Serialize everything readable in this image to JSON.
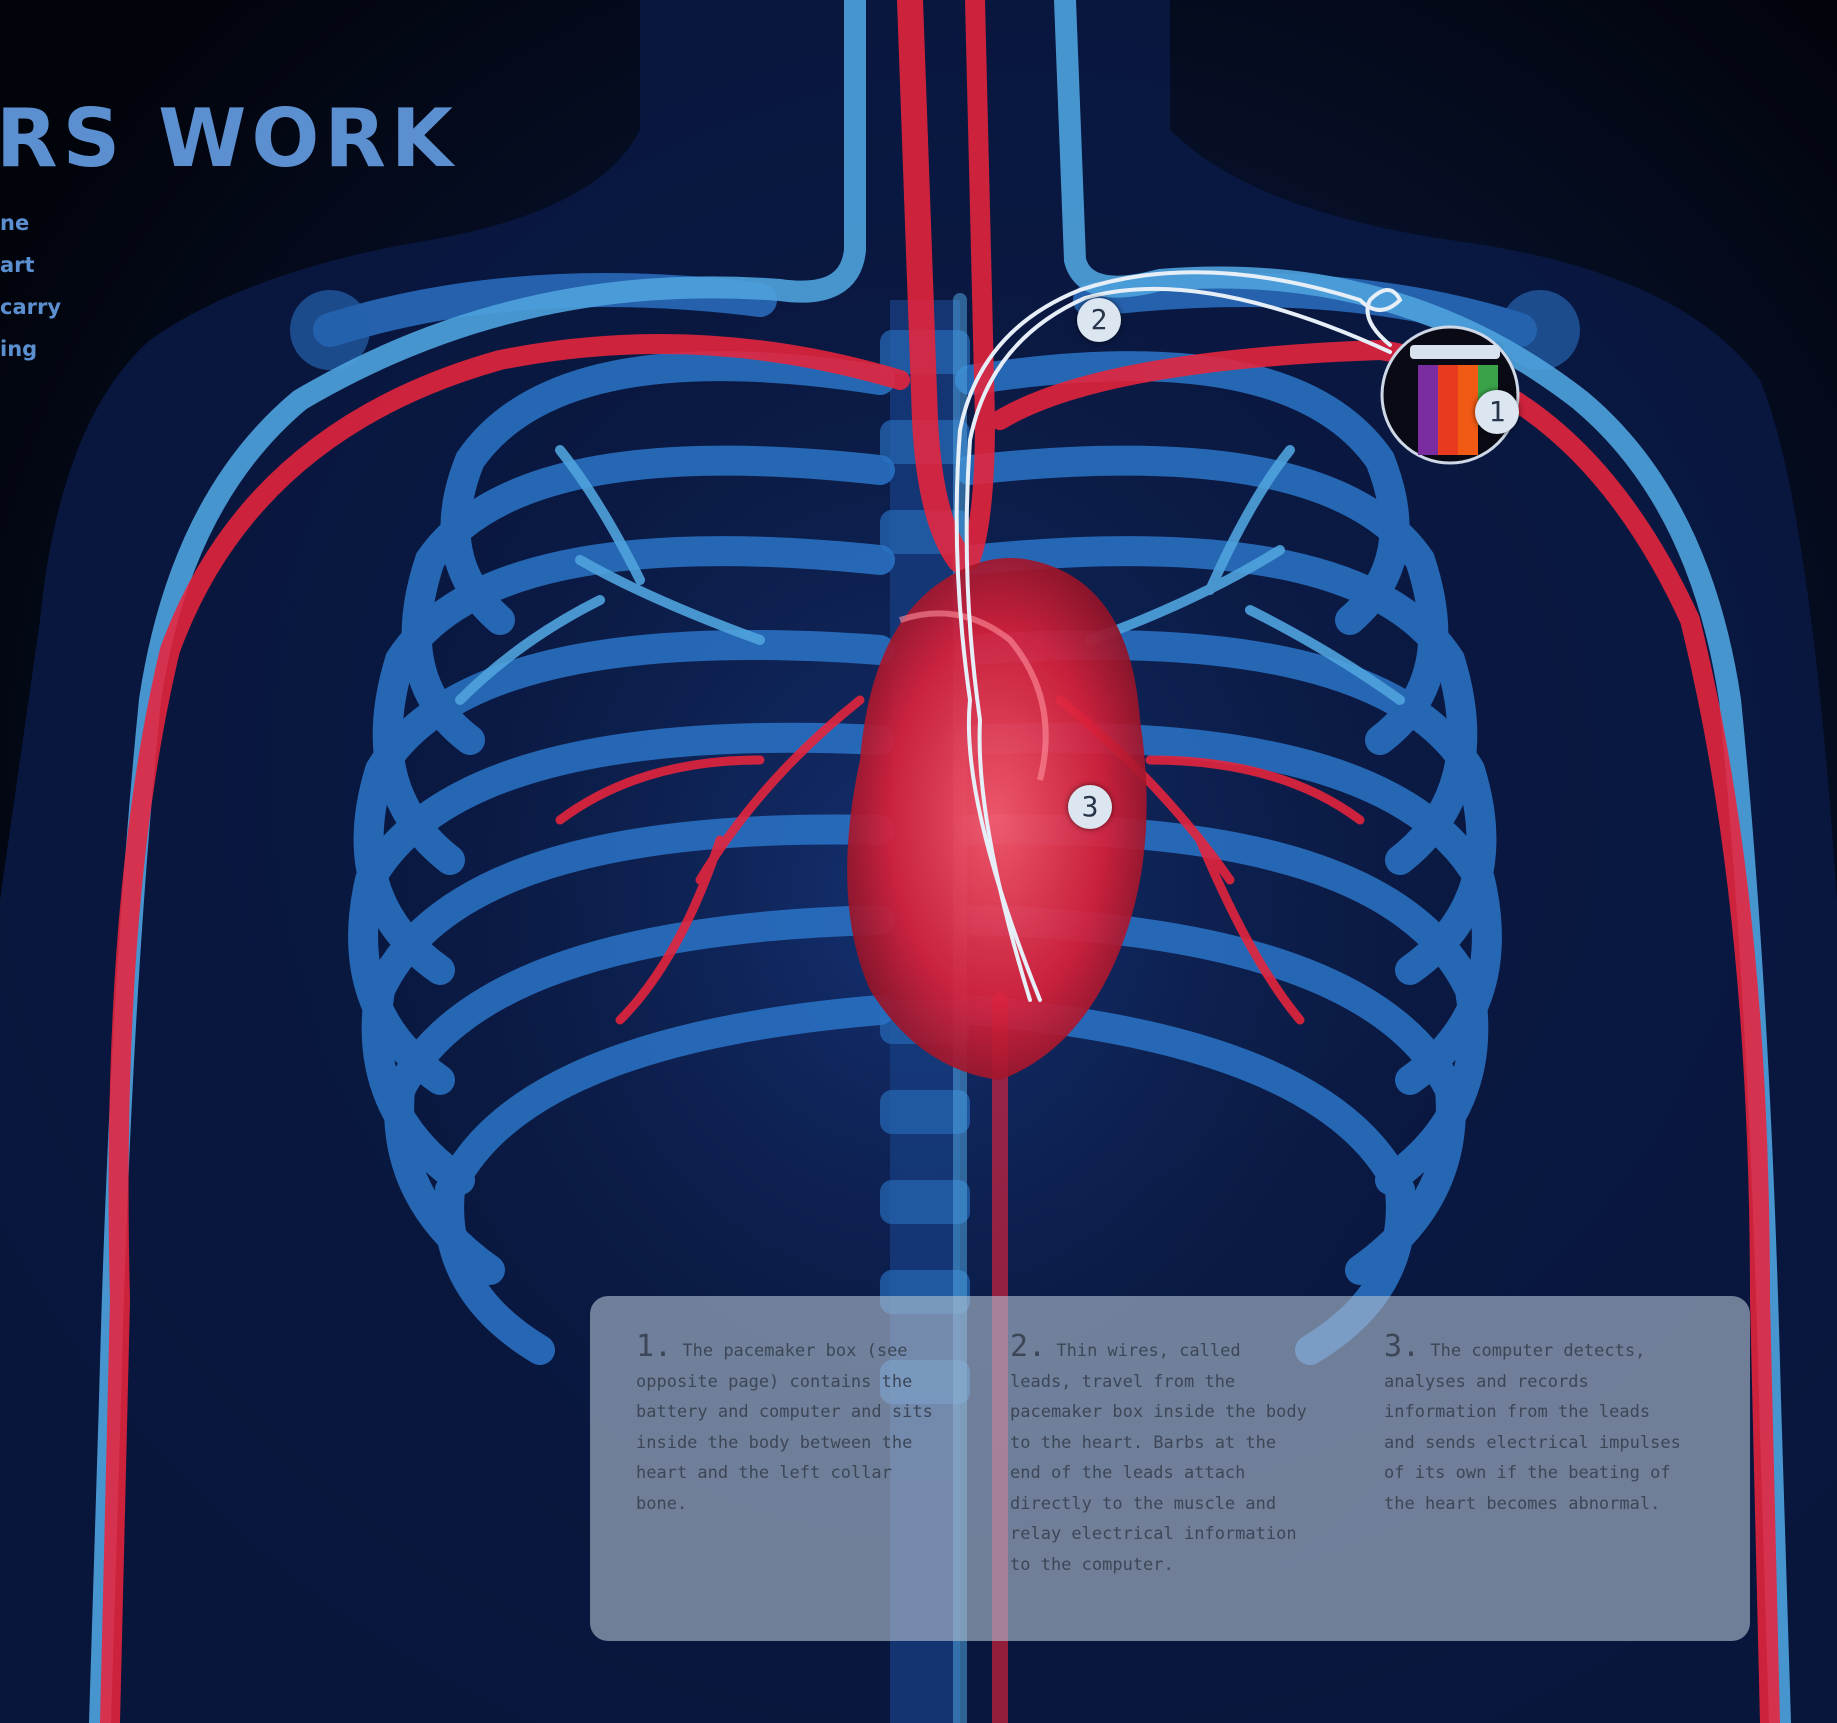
{
  "title": "RS WORK",
  "intro_lines": [
    "ne",
    "art",
    "carry",
    "ing"
  ],
  "markers": [
    "1",
    "2",
    "3"
  ],
  "steps": [
    {
      "number": "1.",
      "text": "The pacemaker box (see opposite page) contains the battery and computer and sits inside the body between the heart and the left collar bone."
    },
    {
      "number": "2.",
      "text": "Thin wires, called leads, travel from the pacemaker box inside the body to the heart. Barbs at the end of the leads attach directly to the muscle and relay electrical information to the computer."
    },
    {
      "number": "3.",
      "text": "The computer detects, analyses and records information from the leads and sends electrical impulses of its own if the beating of the heart becomes abnormal."
    }
  ],
  "colors": {
    "bone": "#2a72c4",
    "vein": "#4fa3de",
    "artery": "#e8243c",
    "title": "#5b8fcf",
    "panel": "#b0bed0"
  }
}
